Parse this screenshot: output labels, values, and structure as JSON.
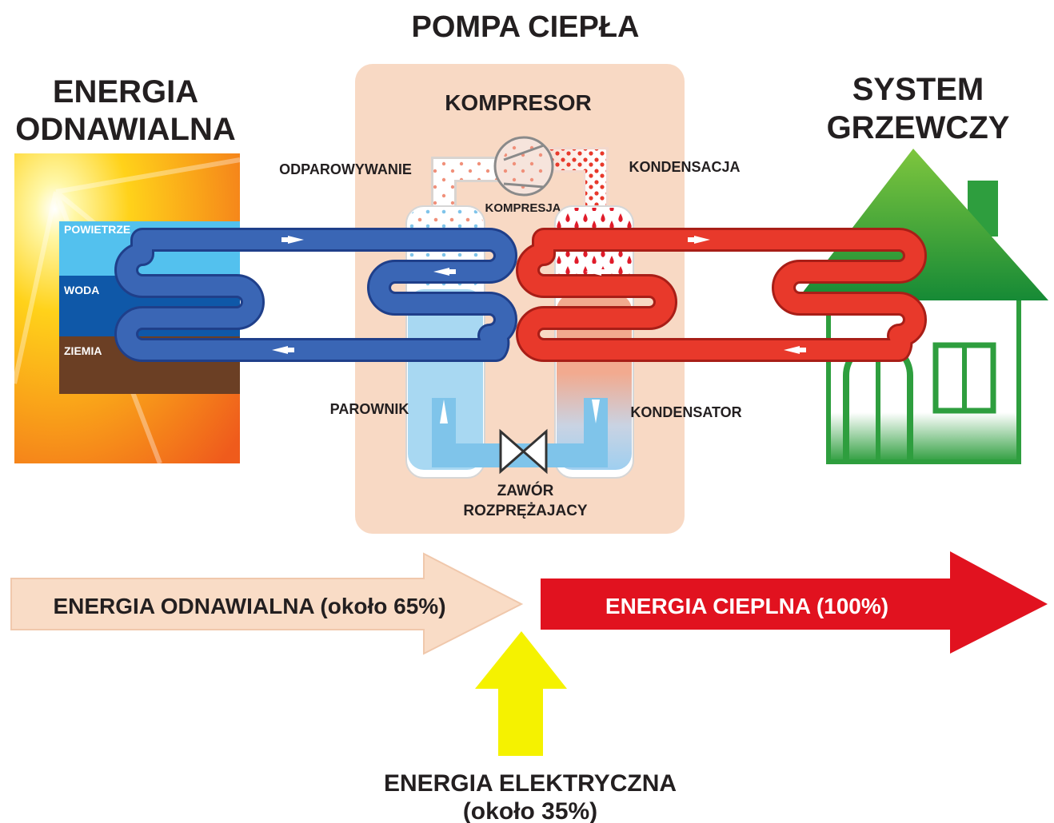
{
  "title": "POMPA CIEPŁA",
  "renewable": {
    "line1": "ENERGIA",
    "line2": "ODNAWIALNA"
  },
  "heating": {
    "line1": "SYSTEM",
    "line2": "GRZEWCZY"
  },
  "sources": {
    "air": "POWIETRZE",
    "water": "WODA",
    "ground": "ZIEMIA"
  },
  "pump": {
    "compressor": "KOMPRESOR",
    "evaporation": "ODPAROWYWANIE",
    "condensation": "KONDENSACJA",
    "compression": "KOMPRESJA",
    "evaporator": "PAROWNIK",
    "condenser": "KONDENSATOR",
    "valve_line1": "ZAWÓR",
    "valve_line2": "ROZPRĘŻAJACY"
  },
  "flows": {
    "renewable": "ENERGIA ODNAWIALNA (około 65%)",
    "thermal": "ENERGIA CIEPLNA (100%)",
    "electric_line1": "ENERGIA ELEKTRYCZNA",
    "electric_line2": "(około 35%)"
  },
  "colors": {
    "cold_pipe": "#3a66b5",
    "hot_pipe": "#e8392b",
    "pump_panel": "#f8d9c4",
    "house_roof": "#2e9e3e",
    "electric_arrow": "#f5f200",
    "thermal_arrow": "#e1121f",
    "renewable_arrow": "#f9dcc6"
  }
}
